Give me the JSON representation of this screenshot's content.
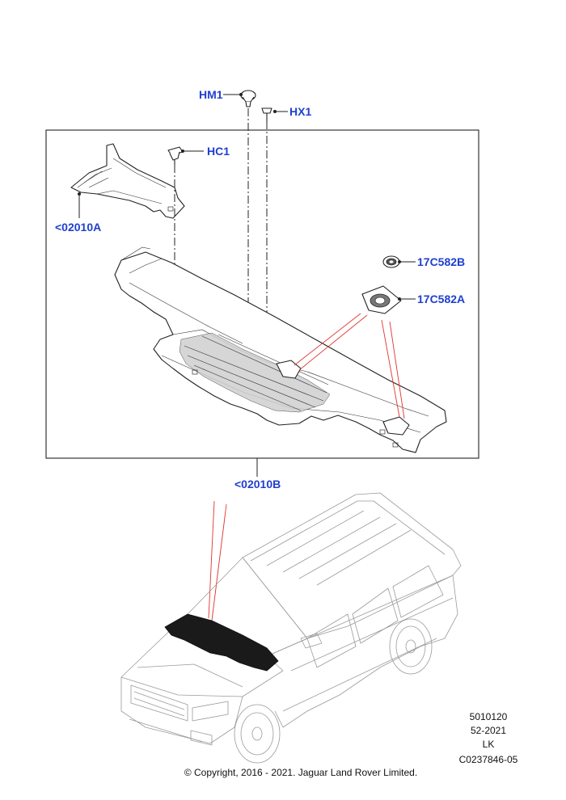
{
  "callouts": {
    "hm1": "HM1",
    "hx1": "HX1",
    "hc1": "HC1",
    "c02010a": "<02010A",
    "c17c582b": "17C582B",
    "c17c582a": "17C582A",
    "c02010b": "<02010B"
  },
  "reference": {
    "line1": "5010120",
    "line2": "52-2021",
    "line3": "LK",
    "line4": "C0237846-05"
  },
  "copyright": "© Copyright, 2016 - 2021. Jaguar Land Rover Limited.",
  "colors": {
    "callout": "#1f3fd0",
    "highlight_lines": "#e0352f"
  }
}
